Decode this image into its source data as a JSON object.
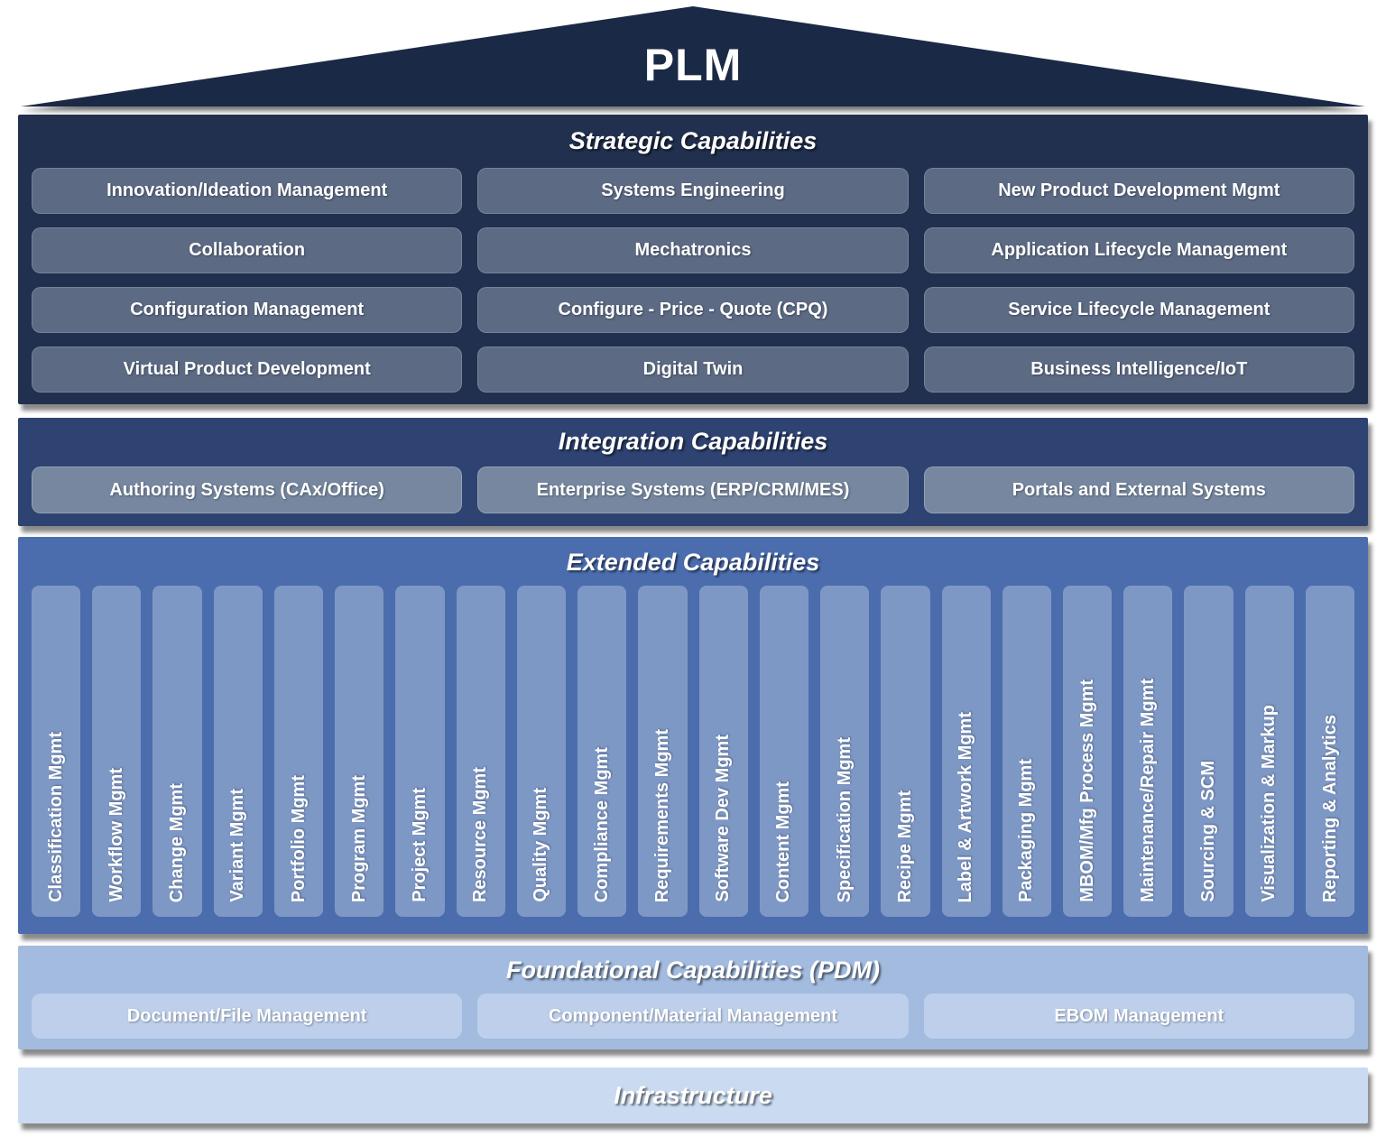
{
  "title": "PLM",
  "sections": {
    "strategic": {
      "title": "Strategic Capabilities",
      "items": [
        "Innovation/Ideation Management",
        "Systems Engineering",
        "New Product Development Mgmt",
        "Collaboration",
        "Mechatronics",
        "Application Lifecycle Management",
        "Configuration Management",
        "Configure - Price - Quote (CPQ)",
        "Service Lifecycle Management",
        "Virtual Product Development",
        "Digital Twin",
        "Business Intelligence/IoT"
      ]
    },
    "integration": {
      "title": "Integration Capabilities",
      "items": [
        "Authoring Systems (CAx/Office)",
        "Enterprise Systems (ERP/CRM/MES)",
        "Portals and External Systems"
      ]
    },
    "extended": {
      "title": "Extended Capabilities",
      "items": [
        "Classification Mgmt",
        "Workflow Mgmt",
        "Change Mgmt",
        "Variant Mgmt",
        "Portfolio Mgmt",
        "Program Mgmt",
        "Project Mgmt",
        "Resource Mgmt",
        "Quality Mgmt",
        "Compliance Mgmt",
        "Requirements Mgmt",
        "Software Dev Mgmt",
        "Content Mgmt",
        "Specification Mgmt",
        "Recipe Mgmt",
        "Label & Artwork Mgmt",
        "Packaging Mgmt",
        "MBOM/Mfg Process Mgmt",
        "Maintenance/Repair Mgmt",
        "Sourcing & SCM",
        "Visualization & Markup",
        "Reporting & Analytics"
      ]
    },
    "foundational": {
      "title": "Foundational Capabilities (PDM)",
      "items": [
        "Document/File Management",
        "Component/Material Management",
        "EBOM Management"
      ]
    },
    "infrastructure": {
      "title": "Infrastructure"
    }
  },
  "colors": {
    "roof": "#1a2945",
    "strategic_bg": "#22304f",
    "strategic_box": "#5c6a84",
    "integration_bg": "#2e4372",
    "integration_box": "#76879f",
    "extended_bg": "#4b6dae",
    "extended_col": "#7e98c6",
    "foundational_bg": "#a2bbdf",
    "foundational_box": "#bdcfeb",
    "infrastructure_bg": "#cadaf0",
    "text": "#ffffff"
  }
}
